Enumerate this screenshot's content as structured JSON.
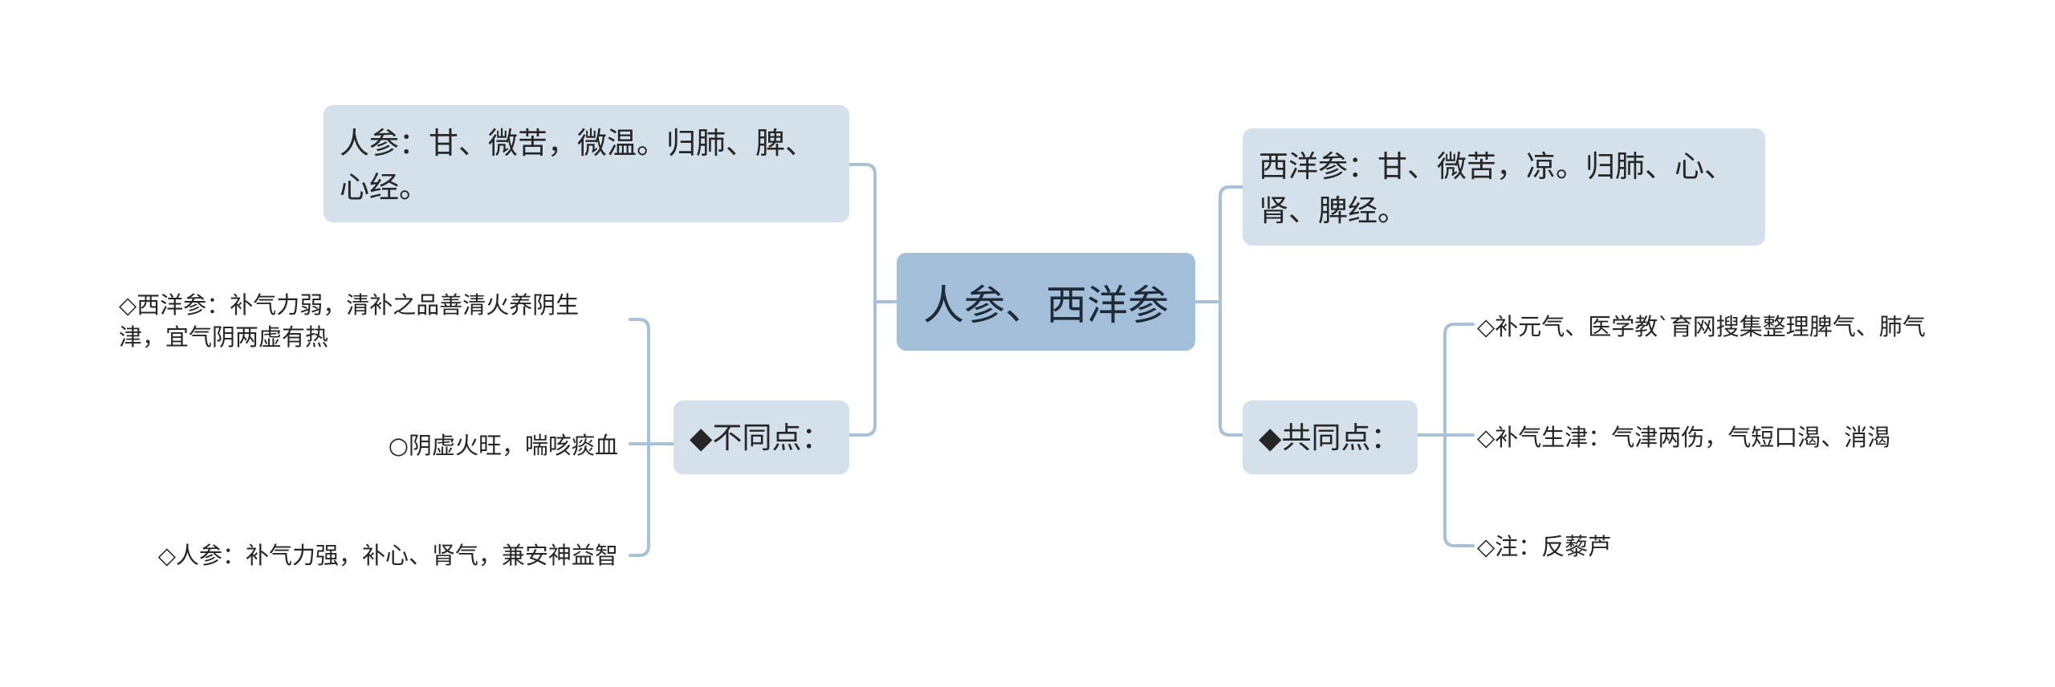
{
  "root": {
    "label": "人参、西洋参"
  },
  "left": {
    "renshen_props": "人参：甘、微苦，微温。归肺、脾、心经。",
    "differences": {
      "label": "◆不同点：",
      "items": [
        "◇西洋参：补气力弱，清补之品善清火养阴生津，宜气阴两虚有热",
        "○阴虚火旺，喘咳痰血",
        "◇人参：补气力强，补心、肾气，兼安神益智"
      ]
    }
  },
  "right": {
    "xiyangshen_props": "西洋参：甘、微苦，凉。归肺、心、肾、脾经。",
    "common": {
      "label": "◆共同点：",
      "items": [
        "◇补元气、医学教`育网搜集整理脾气、肺气",
        "◇补气生津：气津两伤，气短口渴、消渴",
        "◇注：反藜芦"
      ]
    }
  },
  "colors": {
    "root_fill": "#a3bfda",
    "topic_fill": "#d4e0ea",
    "connector": "#a9c1d6",
    "text": "#262626"
  }
}
